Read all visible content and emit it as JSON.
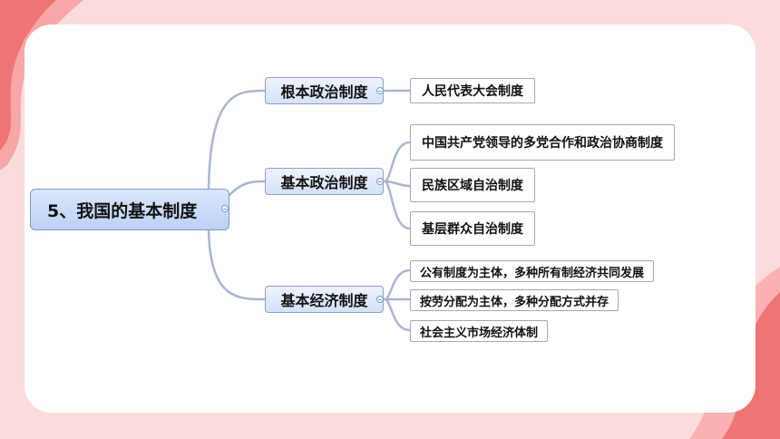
{
  "colors": {
    "background": "#fbdcdc",
    "accent": "#f27c7c",
    "connector": "#a9b6d3"
  },
  "mindmap": {
    "root": "5、我国的基本制度",
    "branches": [
      {
        "label": "根本政治制度",
        "children": [
          "人民代表大会制度"
        ]
      },
      {
        "label": "基本政治制度",
        "children": [
          "中国共产党领导的多党合作和政治协商制度",
          "民族区域自治制度",
          "基层群众自治制度"
        ]
      },
      {
        "label": "基本经济制度",
        "children": [
          "公有制度为主体，多种所有制经济共同发展",
          "按劳分配为主体，多种分配方式并存",
          "社会主义市场经济体制"
        ]
      }
    ]
  }
}
